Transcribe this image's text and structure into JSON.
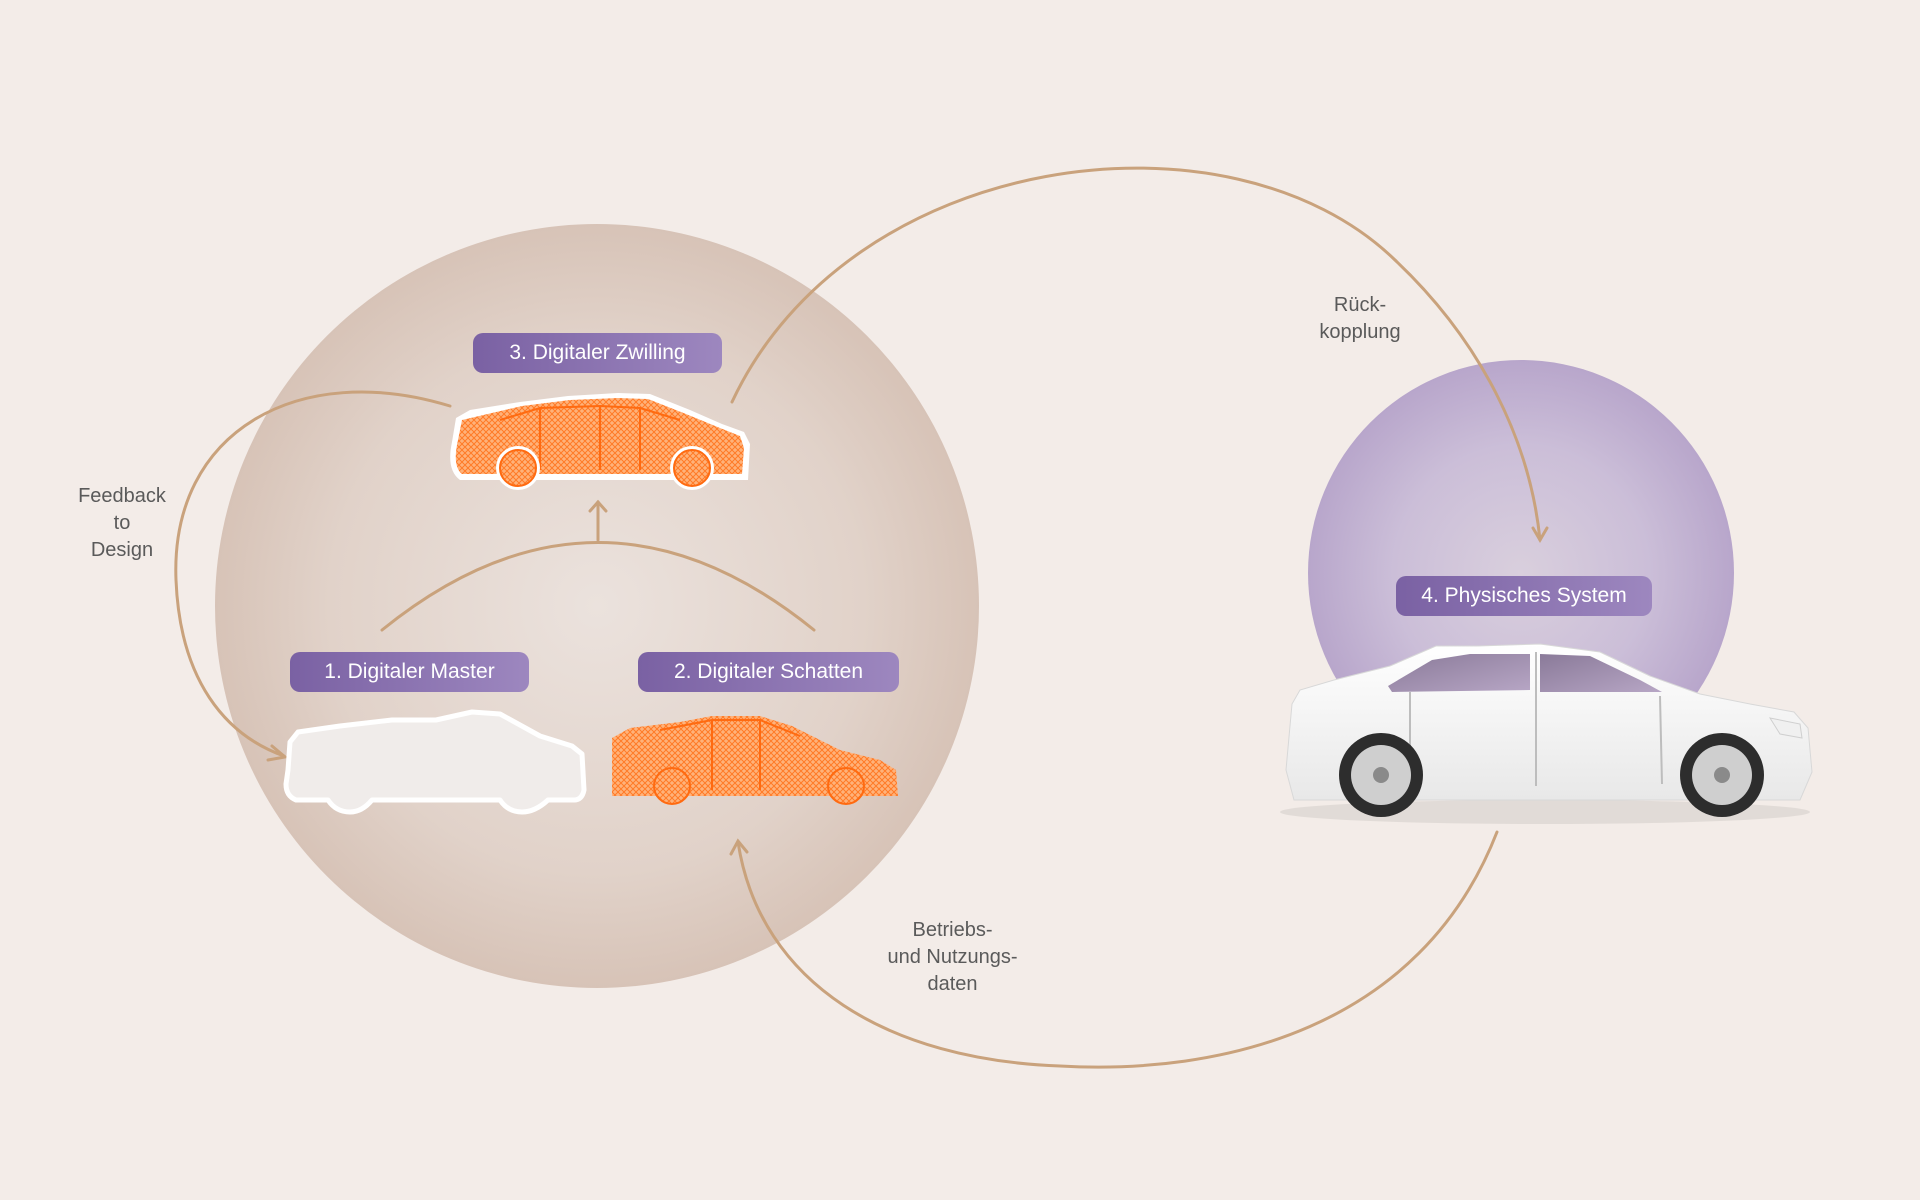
{
  "colors": {
    "background": "#f3ece8",
    "left_circle": "#d9c5b8",
    "right_circle": "#b9a7cc",
    "arrow": "#c9a27c",
    "label_bg": "#8a71b0",
    "label_text": "#ffffff",
    "wireframe": "#ff8a3d",
    "note_text": "#5a5a5a"
  },
  "nodes": {
    "twin": {
      "label": "3. Digitaler Zwilling",
      "icon": "car-wireframe-icon"
    },
    "master": {
      "label": "1. Digitaler Master",
      "icon": "car-outline-icon"
    },
    "shadow": {
      "label": "2. Digitaler Schatten",
      "icon": "car-wireframe-icon"
    },
    "physical": {
      "label": "4. Physisches System",
      "icon": "car-photo-icon"
    }
  },
  "notes": {
    "feedback": {
      "line1": "Feedback",
      "line2": "to",
      "line3": "Design"
    },
    "rueck": {
      "line1": "Rück-",
      "line2": "kopplung"
    },
    "betrieb": {
      "line1": "Betriebs-",
      "line2": "und Nutzungs-",
      "line3": "daten"
    }
  }
}
